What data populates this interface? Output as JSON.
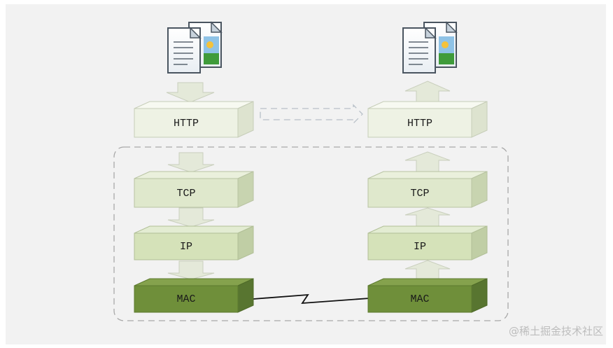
{
  "diagram": {
    "sender": {
      "layers": [
        "HTTP",
        "TCP",
        "IP",
        "MAC"
      ],
      "document_icon": "documents-icon"
    },
    "receiver": {
      "layers": [
        "HTTP",
        "TCP",
        "IP",
        "MAC"
      ],
      "document_icon": "documents-icon"
    },
    "colors": {
      "background_panel": "#f2f2f2",
      "http_layer": "#eef2e4",
      "tcp_layer": "#dfe8cc",
      "ip_layer": "#d5e2b9",
      "mac_layer": "#6f8f3a",
      "arrow_fill": "#e4e9d9"
    }
  },
  "watermark": "@稀土掘金技术社区"
}
